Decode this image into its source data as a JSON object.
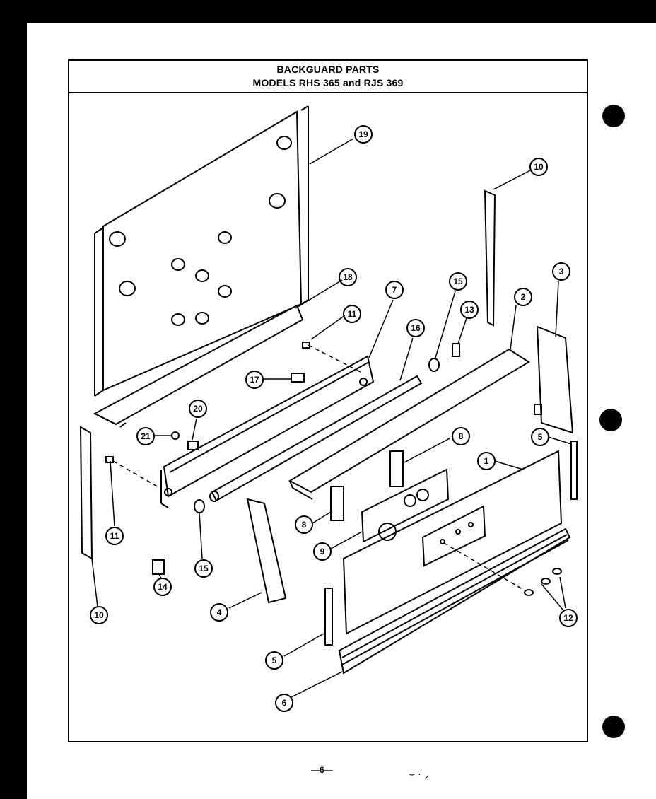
{
  "header": {
    "title_line1": "BACKGUARD PARTS",
    "title_line2": "MODELS RHS 365 and RJS 369"
  },
  "callouts": [
    "1",
    "2",
    "3",
    "4",
    "5",
    "5",
    "6",
    "7",
    "8",
    "8",
    "9",
    "10",
    "10",
    "11",
    "11",
    "12",
    "13",
    "14",
    "15",
    "15",
    "16",
    "17",
    "18",
    "19",
    "20",
    "21"
  ],
  "footer": {
    "page": "—6—"
  },
  "colors": {
    "ink": "#000000",
    "paper": "#ffffff"
  }
}
